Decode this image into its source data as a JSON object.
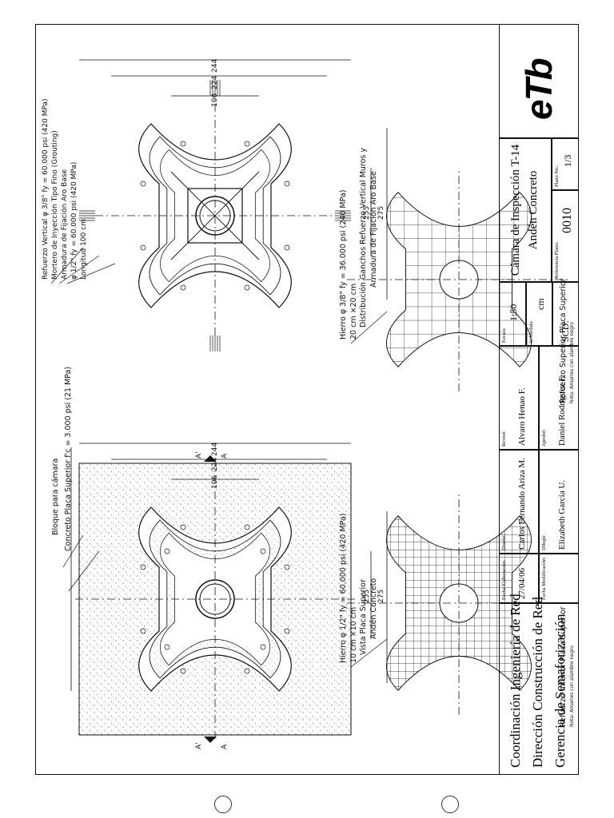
{
  "drawing": {
    "views": {
      "top_left": {
        "title": "Vista Placa Superior",
        "subtitle": "Andén Concreto",
        "callouts": [
          "Bloque para cámara",
          "Concreto Placa Superior f'c = 3.000 psi (21 MPa)"
        ],
        "dims": [
          "244",
          "224",
          "106",
          "255",
          "275"
        ],
        "section_marks": [
          "A'",
          "A'",
          "A",
          "A"
        ]
      },
      "top_right": {
        "title": "Distribución Ganchos Refuerzo Vertical Muros y",
        "subtitle": "Armadura de Fijación Aro Base",
        "callouts": [
          "Refuerzo Vertical φ 3/8\" fy = 60.000 psi (420 MPa)",
          "Mortero de Inyección Tipo Fino (Grouting)",
          "Armadura de Fijación Aro Base",
          "φ 1/2\" fy = 60.000 psi (420 MPa)",
          "Longitud 100 cm"
        ],
        "dims": [
          "244",
          "224",
          "106",
          "255",
          "275"
        ]
      },
      "bottom_left": {
        "title": "Refuerzo Inferior Placa Superior",
        "note": "Nota: Amarres con alambre negro",
        "callout_1": "Hierro φ 1/2\" fy = 60.000 psi (420 MPa)",
        "callout_2": "10 cm ×10 cm"
      },
      "bottom_right": {
        "title": "Refuerzo Superior Placa Superior",
        "note": "Nota: Amarres con alambre negro",
        "callout_1": "Hierro φ 3/8\" fy = 36.000 psi (240 MPa)",
        "callout_2": "20 cm ×20 cm"
      }
    }
  },
  "title_block": {
    "org_line1": "Coordinación Ingeniería de Red",
    "org_line2": "Dirección Construcción de Red",
    "org_line3": "Gerencia de Semaforización",
    "fecha_elab_label": "Fecha Elaboración:",
    "fecha_elab": "27/04/06",
    "fecha_mod_label": "Fecha Modificación:",
    "diseno_label": "Diseñó:",
    "diseno": "Carlos Fernando Ariza M.",
    "dibujo_label": "Dibujó:",
    "dibujo": "Elizabeth García U.",
    "reviso_label": "Revisó:",
    "reviso": "Alvaro Henao F.",
    "aprobo_label": "Aprobó:",
    "aprobo": "Daniel Rodríguez F.",
    "escala_label": "Escala:",
    "escala": "1:50",
    "umedida_label": "U.Medida:",
    "umedida": "cm",
    "scd_label": "SCD:",
    "title_line1": "Cámara de Inspección T-14",
    "title_line2": "Andén Concreto",
    "ref_label": "Referencia Plano:",
    "ref": "0010",
    "plano_label": "Plano No.:",
    "plano": "1/3",
    "logo": "eTb"
  },
  "colors": {
    "ink": "#111111",
    "paper": "#ffffff",
    "concrete_dot": "#555555"
  }
}
